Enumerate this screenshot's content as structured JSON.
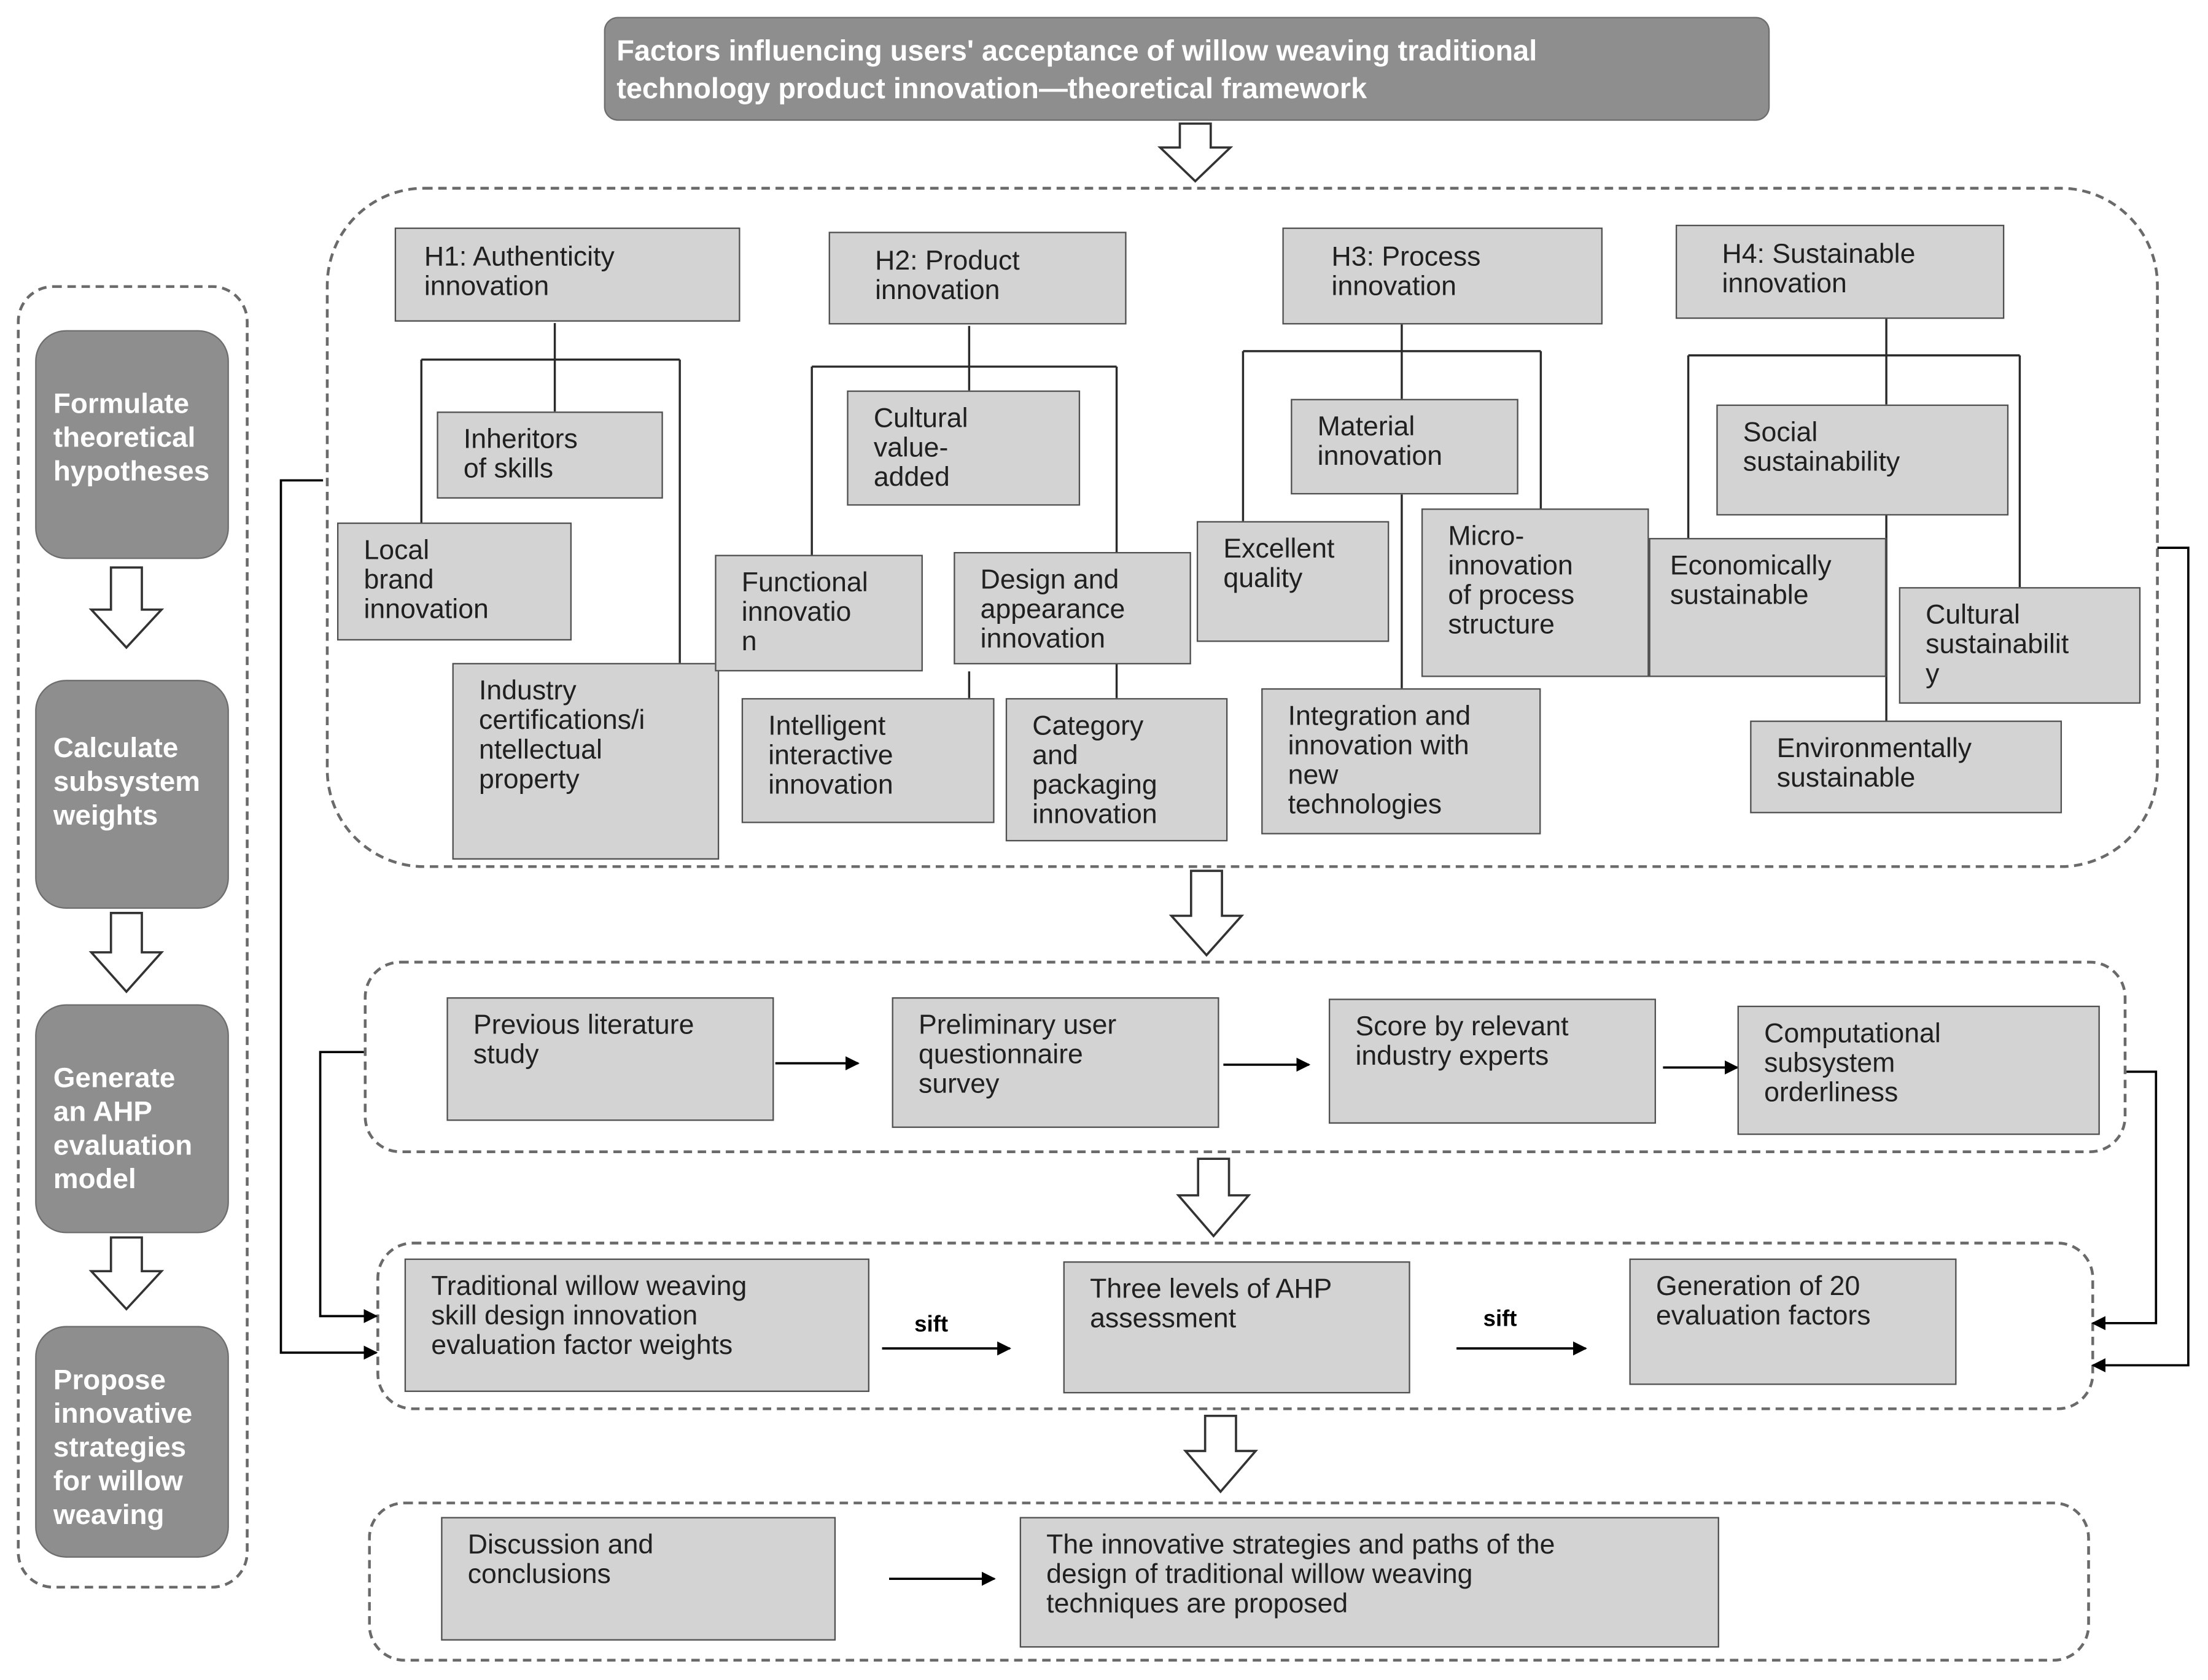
{
  "title": "Factors influencing users' acceptance of willow weaving traditional\ntechnology product innovation—theoretical framework",
  "sidebar_steps": [
    "Formulate\ntheoretical\nhypotheses",
    "Calculate\nsubsystem\nweights",
    "Generate\nan AHP\nevaluation\nmodel",
    "Propose\ninnovative\nstrategies\nfor willow\nweaving"
  ],
  "hypotheses": [
    {
      "label": "H1: Authenticity\n   innovation",
      "factors": [
        "Inheritors\nof skills",
        "Local\nbrand\ninnovation",
        "Industry\ncertifications/i\nntellectual\nproperty"
      ]
    },
    {
      "label": "H2: Product\ninnovation",
      "factors": [
        "Cultural\nvalue-\nadded",
        "Functional\ninnovatio\nn",
        "Design and\nappearance\ninnovation",
        "Intelligent\ninteractive\ninnovation",
        "Category\nand\npackaging\ninnovation"
      ]
    },
    {
      "label": "H3: Process\n   innovation",
      "factors": [
        "Material\ninnovation",
        "Excellent\nquality",
        "Micro-\ninnovation\nof process\nstructure",
        "Integration and\ninnovation with\nnew\ntechnologies"
      ]
    },
    {
      "label": "H4: Sustainable\ninnovation",
      "factors": [
        "Social\nsustainability",
        "Economically\nsustainable",
        "Cultural\nsustainabilit\ny",
        "Environmentally\nsustainable"
      ]
    }
  ],
  "process_steps": [
    "Previous literature\nstudy",
    "Preliminary user\nquestionnaire\nsurvey",
    "Score by relevant\nindustry experts",
    "Computational\nsubsystem\norderliness"
  ],
  "evaluation_steps": [
    "Traditional willow weaving\nskill design innovation\nevaluation factor weights",
    "Three levels of AHP\nassessment",
    "Generation of 20\nevaluation factors"
  ],
  "sift_label": "sift",
  "conclusion_steps": [
    "Discussion and\nconclusions",
    "The innovative strategies and paths of the\ndesign of traditional willow weaving\ntechniques are proposed"
  ]
}
